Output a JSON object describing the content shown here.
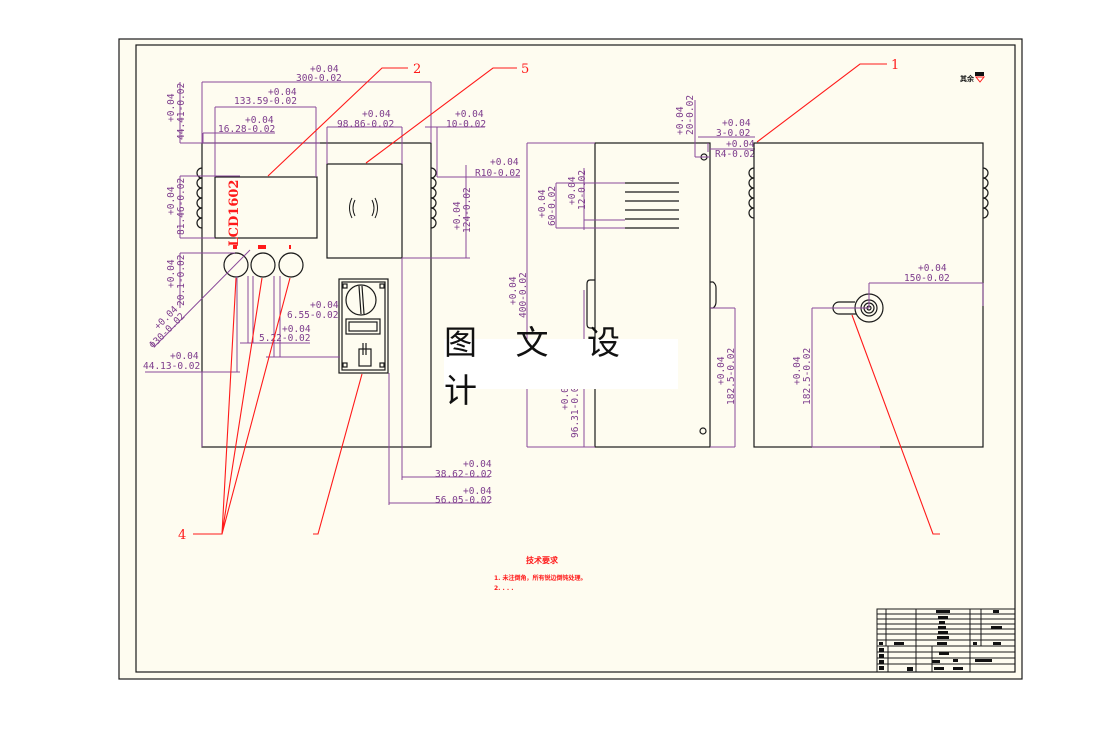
{
  "drawing": {
    "background": "#fefcf0",
    "line_color": "#1a1a1a",
    "dimension_color": "#7d3c8c",
    "annotation_color": "#ff1a1a"
  },
  "watermark": "图 文 设 计",
  "lcd_label": "LCD1602",
  "callouts": {
    "c1": "1",
    "c2": "2",
    "c4": "4",
    "c5": "5"
  },
  "front_view": {
    "dims": {
      "width_total": {
        "tol": "+0.04",
        "value": "300-0.02"
      },
      "lcd_width": {
        "tol": "+0.04",
        "value": "133.59-0.02"
      },
      "lcd_offset": {
        "tol": "+0.04",
        "value": "16.28-0.02"
      },
      "reader_width": {
        "tol": "+0.04",
        "value": "98.86-0.02"
      },
      "right_offset": {
        "tol": "+0.04",
        "value": "10-0.02"
      },
      "fillet": {
        "tol": "+0.04",
        "value": "R10-0.02"
      },
      "top_offset": {
        "tol": "+0.04",
        "value": "44.41-0.02"
      },
      "lcd_height": {
        "tol": "+0.04",
        "value": "81.46-0.02"
      },
      "reader_height": {
        "tol": "+0.04",
        "value": "124-0.02"
      },
      "button_row": {
        "tol": "+0.04",
        "value": "20.1-0.02"
      },
      "button_dia": {
        "tol": "+0.04",
        "value": "Φ30-0.02"
      },
      "button_gap1": {
        "tol": "+0.04",
        "value": "6.55-0.02"
      },
      "button_gap2": {
        "tol": "+0.04",
        "value": "5.22-0.02"
      },
      "left_offset": {
        "tol": "+0.04",
        "value": "44.13-0.02"
      },
      "coin_offset1": {
        "tol": "+0.04",
        "value": "38.62-0.02"
      },
      "coin_offset2": {
        "tol": "+0.04",
        "value": "56.05-0.02"
      }
    }
  },
  "side_view": {
    "dims": {
      "hinge_h": {
        "tol": "+0.04",
        "value": "20-0.02"
      },
      "hinge_w": {
        "tol": "+0.04",
        "value": "3-0.02"
      },
      "hinge_r": {
        "tol": "+0.04",
        "value": "R4-0.02"
      },
      "vent_span": {
        "tol": "+0.04",
        "value": "60-0.02"
      },
      "vent_pitch": {
        "tol": "+0.04",
        "value": "12-0.02"
      },
      "height_total": {
        "tol": "+0.04",
        "value": "400-0.02"
      },
      "lower_handle": {
        "tol": "+0.0",
        "value": "96.31-0.0"
      },
      "lock_height": {
        "tol": "+0.04",
        "value": "182.5-0.02"
      }
    }
  },
  "back_view": {
    "dims": {
      "lock_x": {
        "tol": "+0.04",
        "value": "150-0.02"
      },
      "lock_y": {
        "tol": "+0.04",
        "value": "182.5-0.02"
      }
    }
  },
  "notes": {
    "title": "技术要求",
    "line1": "1. 未注倒角，所有锐边倒钝处理。",
    "line2": "2. . . ."
  },
  "roughness_symbol": "其余"
}
